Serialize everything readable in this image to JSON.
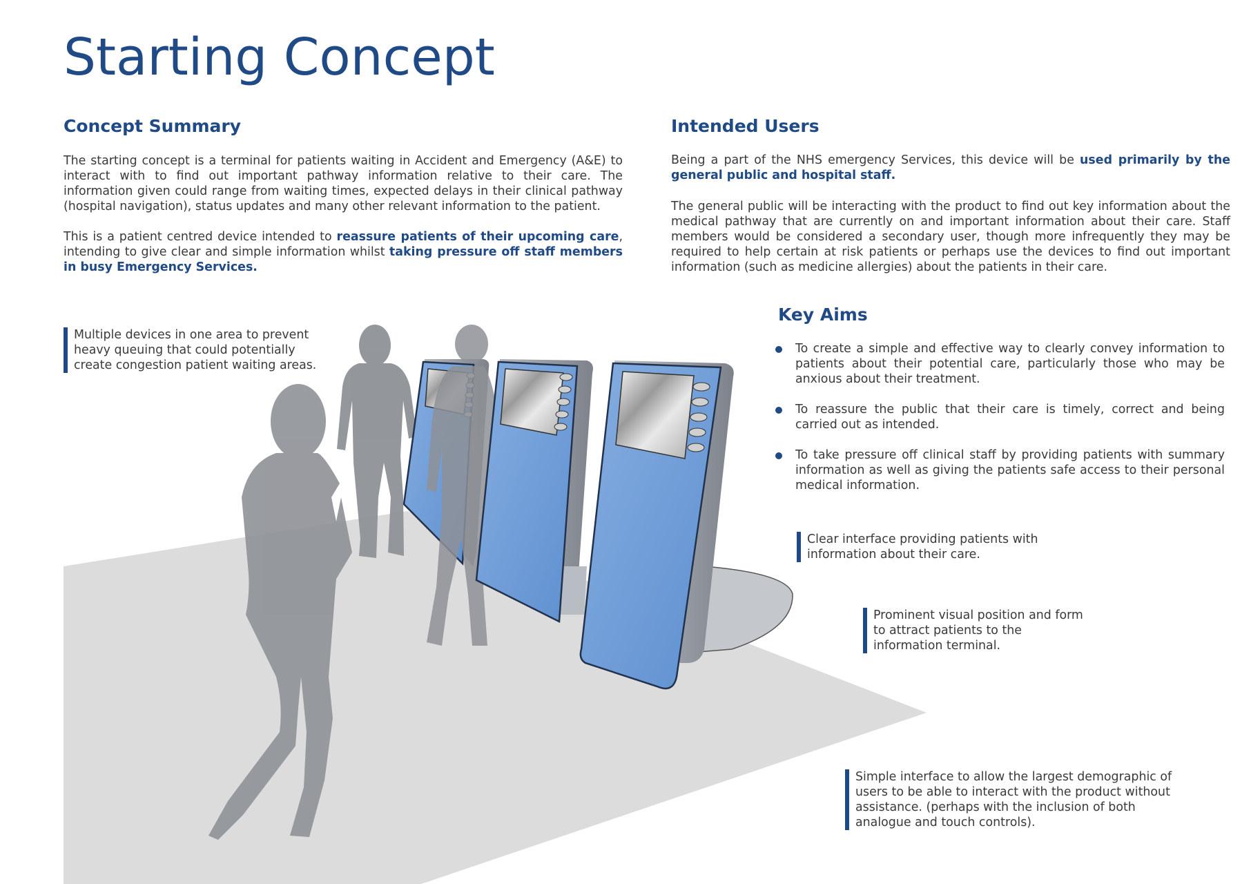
{
  "page": {
    "title": "Starting Concept"
  },
  "concept_summary": {
    "heading": "Concept Summary",
    "p1": "The starting concept is a terminal for patients waiting in Accident and Emergency (A&E) to interact with to find out important pathway information relative to their care. The information given could range from waiting times, expected delays in their clinical pathway (hospital navigation), status updates and many other relevant information to the patient.",
    "p2_part1": "This is a patient centred device intended to ",
    "p2_bold1": "reassure patients of their upcoming care",
    "p2_part2": ", intending to give clear and simple information whilst ",
    "p2_bold2": "taking pressure off staff members in busy Emergency Services."
  },
  "intended_users": {
    "heading": "Intended Users",
    "p1_part1": "Being a part of the NHS emergency Services, this device will be ",
    "p1_bold": "used primarily by the general public and hospital staff.",
    "p2": "The general public will be interacting with the product to find out key information about the medical pathway that are currently on and important information about their care. Staff members would be considered a secondary user, though more infrequently they may be required to help certain at risk patients or perhaps use the devices to find out important information (such as medicine allergies) about the patients in their care."
  },
  "key_aims": {
    "heading": "Key Aims",
    "items": [
      "To create a simple and effective way to clearly convey information to patients about their potential care, particularly those who may be anxious about their treatment.",
      "To reassure the public that their care is timely, correct and being carried out as intended.",
      "To take pressure off clinical staff by providing patients with summary information as well as giving the patients safe access to their personal medical information."
    ]
  },
  "callouts": {
    "multiple_devices": "Multiple devices in one area to prevent heavy queuing that could potentially create congestion patient waiting areas.",
    "clear_interface": "Clear interface providing patients with information about their care.",
    "prominent_position": "Prominent visual position and form to attract patients to the information terminal.",
    "simple_interface": "Simple interface to allow the largest demographic of users to be able to interact with the product without assistance. (perhaps with the inclusion of both analogue and touch controls)."
  },
  "colors": {
    "heading_blue": "#1f4a86",
    "panel_blue": "#6c9ad6",
    "frame_grey": "#9a9ea6",
    "silhouette_grey": "#8e9196",
    "floor_grey": "#dcdcdc"
  }
}
